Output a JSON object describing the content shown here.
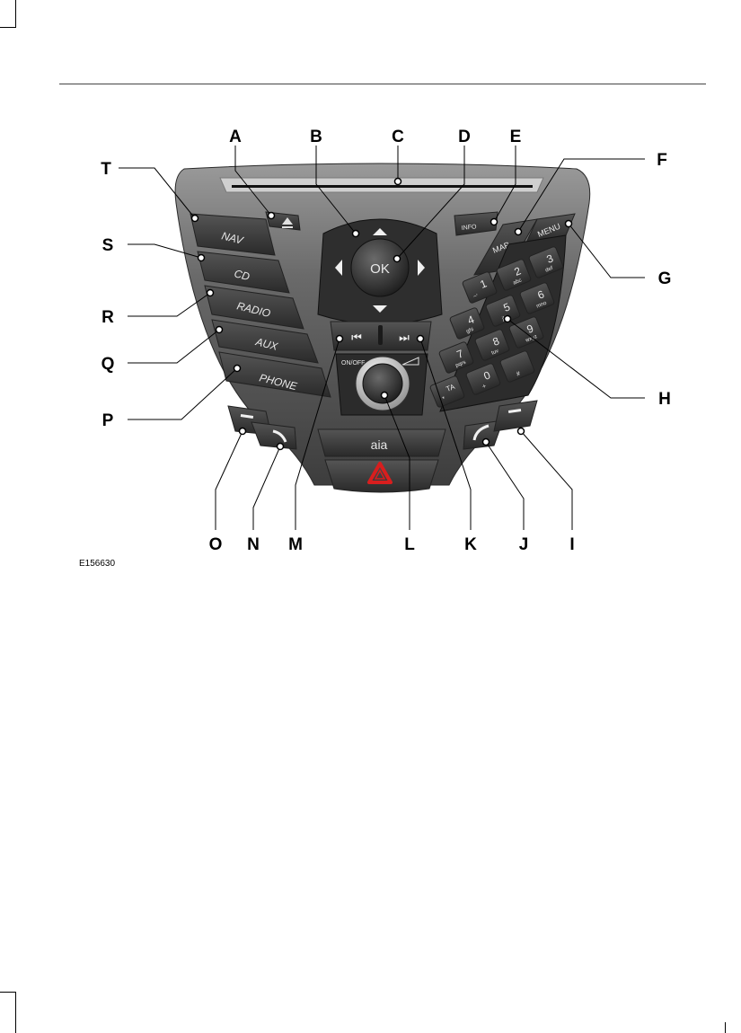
{
  "figure_code": "E156630",
  "callouts": [
    "A",
    "B",
    "C",
    "D",
    "E",
    "F",
    "G",
    "H",
    "I",
    "J",
    "K",
    "L",
    "M",
    "N",
    "O",
    "P",
    "Q",
    "R",
    "S",
    "T"
  ],
  "left_buttons": [
    "NAV",
    "CD",
    "RADIO",
    "AUX",
    "PHONE"
  ],
  "center": {
    "ok_label": "OK",
    "power_label": "ON/OFF",
    "prev_glyph": "⏮",
    "next_glyph": "⏭",
    "lock_glyph": "aia"
  },
  "right_top": {
    "info": "INFO",
    "map": "MAP",
    "menu": "MENU"
  },
  "keypad": [
    {
      "num": "1",
      "sub": "_,"
    },
    {
      "num": "2",
      "sub": "abc"
    },
    {
      "num": "3",
      "sub": "def"
    },
    {
      "num": "4",
      "sub": "ghi"
    },
    {
      "num": "5",
      "sub": "jkl"
    },
    {
      "num": "6",
      "sub": "mno"
    },
    {
      "num": "7",
      "sub": "pqrs"
    },
    {
      "num": "8",
      "sub": "tuv"
    },
    {
      "num": "9",
      "sub": "wxyz"
    },
    {
      "num": "TA",
      "sub": "*"
    },
    {
      "num": "0",
      "sub": "+"
    },
    {
      "num": "",
      "sub": "#"
    }
  ],
  "colors": {
    "panel": "#5a5a5a",
    "button": "#3c3c3c",
    "hazard": "#d81e1e"
  }
}
